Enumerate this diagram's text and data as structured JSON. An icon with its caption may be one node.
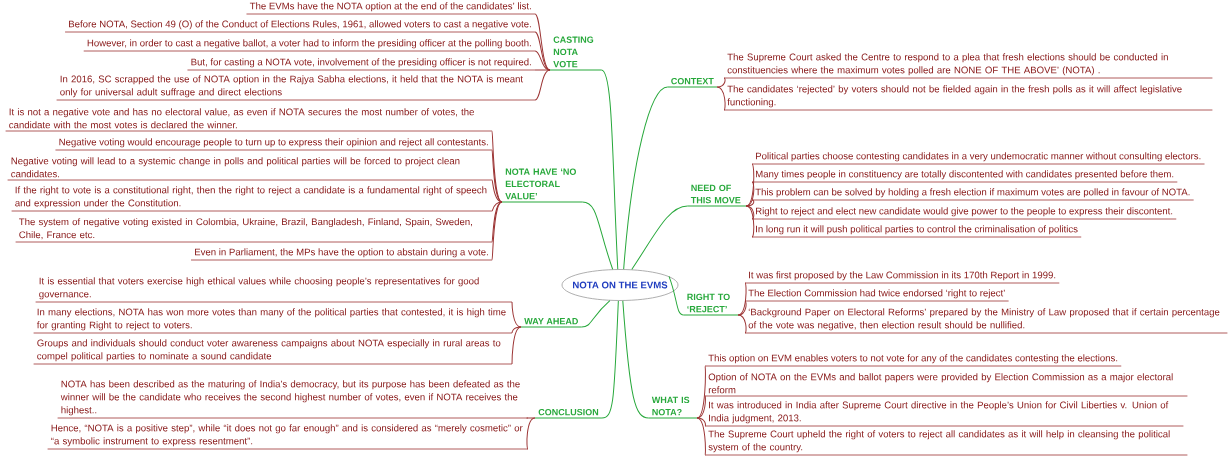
{
  "diagram": {
    "nodes": [
      {
        "text": [
          "NOTA ON THE EVMS"
        ]
      },
      {
        "text": [
          "CASTING NOTA VOTE"
        ]
      },
      {
        "text": [
          "The EVMs have the NOTA option at the end of the candidates’ list."
        ]
      },
      {
        "text": [
          "Before NOTA, Section 49 (O) of the Conduct of Elections Rules, 1961, allowed voters to cast a negative vote."
        ]
      },
      {
        "text": [
          "However, in order to cast a negative ballot, a voter had to inform the presiding officer at the polling booth."
        ]
      },
      {
        "text": [
          "But, for casting a NOTA vote, involvement of the presiding officer is not required."
        ]
      },
      {
        "text": [
          "In 2016, SC scrapped the use of NOTA option in the Rajya Sabha elections, it held that the NOTA is meant only for universal adult suffrage and direct elections"
        ]
      },
      {
        "text": [
          "NOTA HAVE ‘NO ELECTORAL VALUE’"
        ]
      },
      {
        "text": [
          "It is not a negative vote and has no electoral value, as even if NOTA secures the most number of votes, the candidate with the most votes is declared the winner."
        ]
      },
      {
        "text": [
          "Negative voting would encourage people to turn up to express their opinion and reject all contestants."
        ]
      },
      {
        "text": [
          "Negative voting will lead to a systemic change in polls and political parties will be forced to project clean candidates."
        ]
      },
      {
        "text": [
          "If the right to vote is a constitutional right, then the right to reject a candidate is a fundamental right of speech and expression under the Constitution."
        ]
      },
      {
        "text": [
          "The system of negative voting existed in Colombia, Ukraine, Brazil, Bangladesh, Finland, Spain, Sweden, Chile, France etc."
        ]
      },
      {
        "text": [
          "Even in Parliament, the MPs have the option to abstain during a vote."
        ]
      },
      {
        "text": [
          "WAY AHEAD"
        ]
      },
      {
        "text": [
          "It is essential that voters exercise high ethical values while choosing people’s representatives for good governance."
        ]
      },
      {
        "text": [
          "In many elections, NOTA has won more votes than many of the political parties that contested, it is high time for granting Right to reject to voters."
        ]
      },
      {
        "text": [
          "Groups and individuals should conduct voter awareness campaigns about NOTA especially in rural areas to compel political parties to nominate a sound candidate"
        ]
      },
      {
        "text": [
          "CONCLUSION"
        ]
      },
      {
        "text": [
          "NOTA has been described as the maturing of India’s democracy, but its purpose has been defeated as the winner will be the candidate who receives the second highest number of votes, even if NOTA receives the highest.."
        ]
      },
      {
        "text": [
          "Hence, “NOTA is a positive step”, while “it does not go far enough” and is considered as “merely cosmetic” or “a symbolic instrument to express resentment”."
        ]
      },
      {
        "text": [
          "CONTEXT"
        ]
      },
      {
        "text": [
          "The Supreme Court asked the Centre to respond to a plea that fresh elections should be conducted in constituencies where the maximum votes polled are NONE OF THE ABOVE’ (NOTA) ."
        ]
      },
      {
        "text": [
          "The candidates ‘rejected’ by voters should not be fielded again in the fresh polls as it will affect legislative functioning."
        ]
      },
      {
        "text": [
          "NEED OF THIS MOVE"
        ]
      },
      {
        "text": [
          "Political parties choose contesting candidates in a very undemocratic manner without consulting electors."
        ]
      },
      {
        "text": [
          "Many times people in constituency are totally discontented with candidates presented before them."
        ]
      },
      {
        "text": [
          "This problem can be solved by holding a fresh election if maximum votes are polled in favour of NOTA."
        ]
      },
      {
        "text": [
          "Right to reject and elect new candidate would give power to the people to express their discontent."
        ]
      },
      {
        "text": [
          "In long run it will push political parties to control the criminalisation of politics"
        ]
      },
      {
        "text": [
          "RIGHT TO ‘REJECT’"
        ]
      },
      {
        "text": [
          "It was first proposed by the Law Commission in its 170th Report in 1999."
        ]
      },
      {
        "text": [
          "The Election Commission had twice endorsed ‘right to reject’"
        ]
      },
      {
        "text": [
          "‘Background Paper on Electoral Reforms’ prepared by the Ministry of Law proposed that if certain percentage of the vote was negative, then election result should be nullified."
        ]
      },
      {
        "text": [
          "WHAT IS NOTA?"
        ]
      },
      {
        "text": [
          "This option on EVM enables voters to not vote for any of the candidates contesting the elections."
        ]
      },
      {
        "text": [
          "Option of NOTA on the EVMs and ballot papers were provided by Election Commission as a major electoral reform"
        ]
      },
      {
        "text": [
          "It was introduced in India after Supreme Court directive in the People’s Union for Civil Liberties v. Union of India judgment, 2013."
        ]
      },
      {
        "text": [
          "The Supreme Court upheld the right of voters to reject all candidates as it will help in cleansing the political system of the country."
        ]
      }
    ],
    "edges": [
      {
        "from": 0,
        "to": 1,
        "arrow": "none",
        "color": "#27a83b"
      },
      {
        "from": 1,
        "to": 2,
        "arrow": "none"
      },
      {
        "from": 1,
        "to": 3,
        "arrow": "none"
      },
      {
        "from": 1,
        "to": 4,
        "arrow": "none"
      },
      {
        "from": 1,
        "to": 5,
        "arrow": "none"
      },
      {
        "from": 1,
        "to": 6,
        "arrow": "none"
      },
      {
        "from": 0,
        "to": 7,
        "arrow": "none",
        "color": "#27a83b"
      },
      {
        "from": 7,
        "to": 8,
        "arrow": "none"
      },
      {
        "from": 7,
        "to": 9,
        "arrow": "none"
      },
      {
        "from": 7,
        "to": 10,
        "arrow": "none"
      },
      {
        "from": 7,
        "to": 11,
        "arrow": "none"
      },
      {
        "from": 7,
        "to": 12,
        "arrow": "none"
      },
      {
        "from": 7,
        "to": 13,
        "arrow": "none"
      },
      {
        "from": 0,
        "to": 14,
        "arrow": "none",
        "color": "#27a83b"
      },
      {
        "from": 14,
        "to": 15,
        "arrow": "none"
      },
      {
        "from": 14,
        "to": 16,
        "arrow": "none"
      },
      {
        "from": 14,
        "to": 17,
        "arrow": "none"
      },
      {
        "from": 0,
        "to": 18,
        "arrow": "none",
        "color": "#27a83b"
      },
      {
        "from": 18,
        "to": 19,
        "arrow": "none"
      },
      {
        "from": 18,
        "to": 20,
        "arrow": "none"
      },
      {
        "from": 0,
        "to": 21,
        "arrow": "none",
        "color": "#27a83b"
      },
      {
        "from": 21,
        "to": 22,
        "arrow": "none"
      },
      {
        "from": 21,
        "to": 23,
        "arrow": "none"
      },
      {
        "from": 0,
        "to": 24,
        "arrow": "none",
        "color": "#27a83b"
      },
      {
        "from": 24,
        "to": 25,
        "arrow": "none"
      },
      {
        "from": 24,
        "to": 26,
        "arrow": "none"
      },
      {
        "from": 24,
        "to": 27,
        "arrow": "none"
      },
      {
        "from": 24,
        "to": 28,
        "arrow": "none"
      },
      {
        "from": 24,
        "to": 29,
        "arrow": "none"
      },
      {
        "from": 0,
        "to": 30,
        "arrow": "none",
        "color": "#27a83b"
      },
      {
        "from": 30,
        "to": 31,
        "arrow": "none"
      },
      {
        "from": 30,
        "to": 32,
        "arrow": "none"
      },
      {
        "from": 30,
        "to": 33,
        "arrow": "none"
      },
      {
        "from": 0,
        "to": 34,
        "arrow": "none",
        "color": "#27a83b"
      },
      {
        "from": 34,
        "to": 35,
        "arrow": "none"
      },
      {
        "from": 34,
        "to": 36,
        "arrow": "none"
      },
      {
        "from": 34,
        "to": 37,
        "arrow": "none"
      },
      {
        "from": 34,
        "to": 38,
        "arrow": "none"
      }
    ]
  }
}
